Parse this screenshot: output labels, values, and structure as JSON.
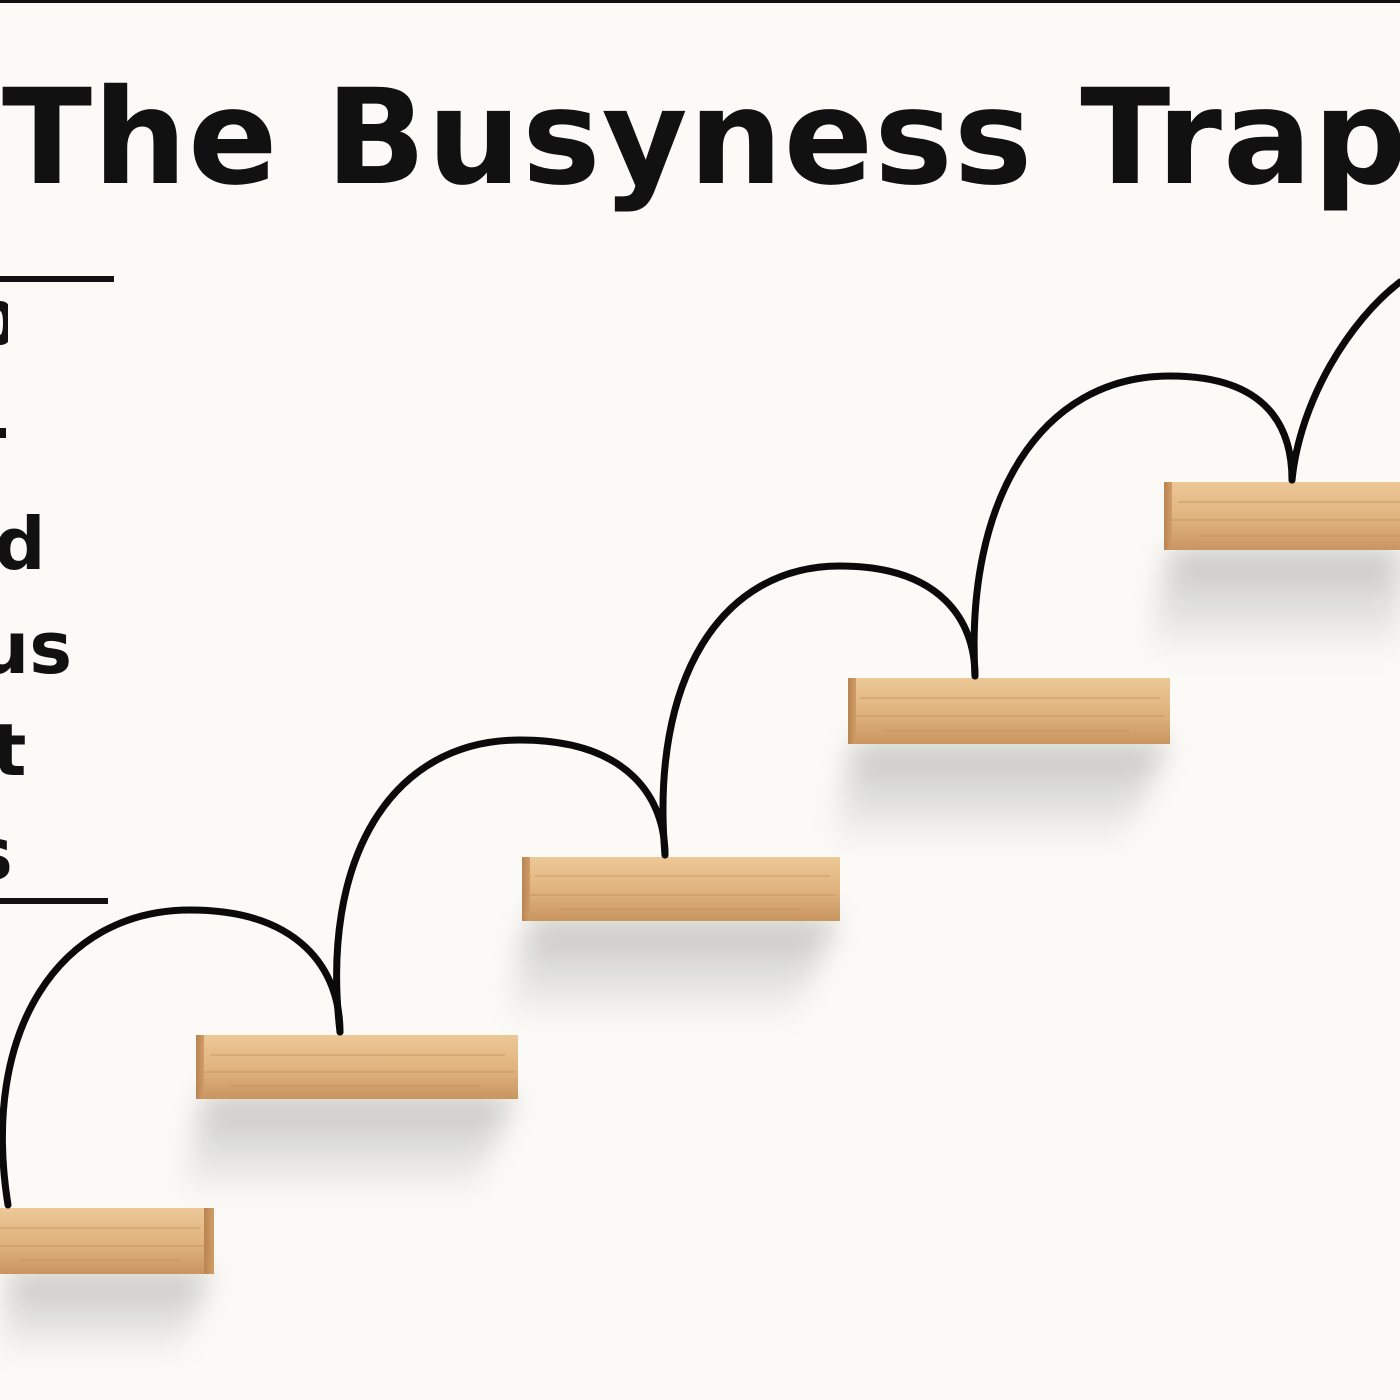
{
  "slide": {
    "title": "The Busyness Trap",
    "side_text_fragments": [
      "d",
      "us",
      "t",
      "s"
    ]
  },
  "colors": {
    "background": "#fbfaf6",
    "text": "#111111",
    "wood_light": "#e8c08e",
    "wood_dark": "#b98754",
    "jump_arc": "#0a0a0a"
  },
  "illustration": {
    "subject": "wooden steps ascending with looping jump arcs",
    "step_count": 5,
    "arc_count": 5
  }
}
